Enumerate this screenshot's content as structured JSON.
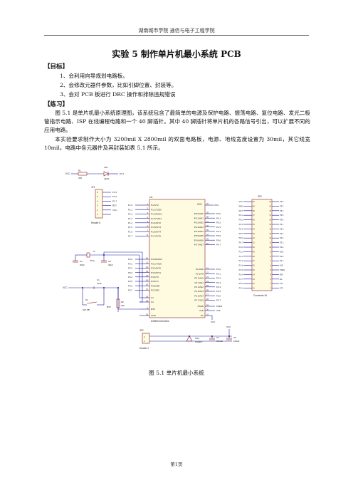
{
  "header": {
    "text": "湖南城市学院  通信与电子工程学院"
  },
  "title": "实验 5  制作单片机最小系统 PCB",
  "goals": {
    "heading": "【目标】",
    "items": [
      "1、会利用向导规划电路板。",
      "2、会修改元器件参数，比如引脚位置、封装等。",
      "3、会对 PCB 板进行 DRC 操作和排除违规错误"
    ]
  },
  "practice": {
    "heading": "【练习】",
    "p1": "图 5.1 是单片机最小系统原理图，该系统包含了最简单的电源及保护电路、振荡电路、复位电路、发光二极管指示电路、ISP 在线编程电路和一个 40 脚插针。其中 40 脚插针将单片机的各路信号引出，可以扩展不同的应用电路。",
    "p2": "本实验要求制作大小为 3200mil X 2800mil 的双面电路板，电源、地线宽度设置为 30mil，其它线宽 10mil。电路中各元器件及其封装如表 5.1 所示。"
  },
  "schematic": {
    "u1": {
      "ref": "U1",
      "part": "DS89C420-MCL",
      "vcc": "VCC",
      "gnd": "GND",
      "rst": "RST",
      "x1": "X1",
      "x2": "X2",
      "psen": "PSEN",
      "ale": "ALE",
      "ea": "EA",
      "p1_labels": [
        "P1.0/T2",
        "P1.1/T2EX",
        "P1.2/RXD1",
        "P1.3/TXD1",
        "P1.4/INT2",
        "P1.5/INT3",
        "P1.6/INT4",
        "P1.7/INT5"
      ],
      "p3_labels": [
        "P3.0/RXD0",
        "P3.1/TXD0",
        "P3.2/INT0",
        "P3.3/INT1",
        "P3.4/T0",
        "P3.5/T1",
        "P3.6/WR",
        "P3.7/RD"
      ],
      "p0_labels": [
        "P0.0/AD0",
        "P0.1/AD1",
        "P0.2/AD2",
        "P0.3/AD3",
        "P0.4/AD4",
        "P0.5/AD5",
        "P0.6/AD6",
        "P0.7/AD7"
      ],
      "p2_labels": [
        "P2.0/A8",
        "P2.1/A9",
        "P2.2/A10",
        "P2.3/A11",
        "P2.4/A12",
        "P2.5/A13",
        "P2.6/A14",
        "P2.7/A15"
      ],
      "left_pins_a": [
        "1",
        "2",
        "3",
        "4",
        "5",
        "6",
        "7",
        "8"
      ],
      "left_pins_b": [
        "10",
        "11",
        "12",
        "13",
        "14",
        "15",
        "16",
        "17"
      ],
      "right_pins_a": [
        "39",
        "38",
        "37",
        "36",
        "35",
        "34",
        "33",
        "32"
      ],
      "right_pins_b": [
        "21",
        "22",
        "23",
        "24",
        "25",
        "26",
        "27",
        "28"
      ],
      "right_extra_pins": [
        "29",
        "30"
      ],
      "p1_nets": [
        "P1.0",
        "P1.1",
        "P1.2",
        "P1.3",
        "P1.4",
        "P1.5",
        "P1.6",
        "P1.7"
      ],
      "p3_nets": [
        "P3.0",
        "P3.1",
        "P3.2",
        "P3.3",
        "P3.4",
        "P3.5",
        "P3.6",
        "P3.7"
      ],
      "p0_nets": [
        "P0.0",
        "P0.1",
        "P0.2",
        "P0.3",
        "P0.4",
        "P0.5",
        "P0.6",
        "P0.7"
      ],
      "p2_nets": [
        "P2.0",
        "P2.1",
        "P2.2",
        "P2.3",
        "P2.4",
        "P2.5",
        "P2.6",
        "P2.7"
      ],
      "extra_nets": [
        "PSEN",
        "ALE"
      ],
      "pin40": "40",
      "pin31": "31",
      "pin9": "9",
      "pin18": "18",
      "pin19": "19",
      "pin20": "20"
    },
    "vd1": {
      "ref": "VD1",
      "part": "LED1",
      "net": "P1.0"
    },
    "r1": {
      "ref": "R1",
      "value": "330",
      "vcc": "VCC"
    },
    "jp1": {
      "ref": "JP1",
      "part": "Header 6",
      "pins": [
        "6",
        "5",
        "4",
        "3",
        "2",
        "1"
      ],
      "nets": [
        "P1.5",
        "P1.6",
        "P1.7",
        "RST"
      ],
      "vcc": "VCC"
    },
    "y1": {
      "ref": "Y1",
      "part": "XTAL"
    },
    "c1": {
      "ref": "C1",
      "value": "10uF"
    },
    "c2": {
      "ref": "C2",
      "value": "30pF"
    },
    "c3": {
      "ref": "C3",
      "value": "30pF"
    },
    "s1": {
      "ref": "S1",
      "part": "SW-PB"
    },
    "r2": {
      "ref": "R2",
      "value": "10K"
    },
    "rst_net": "RST",
    "vcc_left": "VCC",
    "jp3": {
      "ref": "JP3",
      "part": "Connector 40",
      "left_pins": [
        "40",
        "39",
        "38",
        "37",
        "36",
        "35",
        "34",
        "33",
        "32",
        "31",
        "30",
        "29",
        "28",
        "27",
        "26",
        "25",
        "24",
        "23",
        "22",
        "21"
      ],
      "right_pins": [
        "20",
        "19",
        "18",
        "17",
        "16",
        "15",
        "14",
        "13",
        "12",
        "11",
        "10",
        "9",
        "8",
        "7",
        "6",
        "5",
        "4",
        "3",
        "2",
        "1"
      ],
      "left_nets": [
        "VCC",
        "GND",
        "P0.0",
        "P0.1",
        "P0.2",
        "P0.3",
        "P0.4",
        "P0.5",
        "P0.6",
        "P0.7",
        "P1.0",
        "P1.1",
        "P1.2",
        "P1.3",
        "P1.4",
        "P1.5",
        "P1.6",
        "P1.7",
        "P3.0",
        "P3.1"
      ],
      "right_nets": [
        "P3.2",
        "P3.3",
        "P3.4",
        "P3.5",
        "P3.6",
        "P3.7",
        "P2.0",
        "P2.1",
        "P2.2",
        "P2.3",
        "P2.4",
        "P2.5",
        "P2.6",
        "P2.7",
        "ALE",
        "PSEN",
        "RST",
        "EA",
        "XT1",
        "XT2"
      ]
    },
    "jp2": {
      "ref": "JP2",
      "part": "Header 2",
      "pins": [
        "2",
        "1"
      ]
    },
    "vd2": {
      "ref": "VD2",
      "part": "1N4007"
    },
    "c4": {
      "ref": "C4",
      "value": "0.01uF"
    },
    "c5": {
      "ref": "C5",
      "value": "100uF"
    },
    "vcc_power": "VCC"
  },
  "figure_caption": "图 5.1 单片机最小系统",
  "footer": {
    "page": "第1页"
  },
  "colors": {
    "wire": "#1a1aa0",
    "part": "#8a1a1a",
    "body_fill": "#fffbe0",
    "label": "#222222"
  }
}
